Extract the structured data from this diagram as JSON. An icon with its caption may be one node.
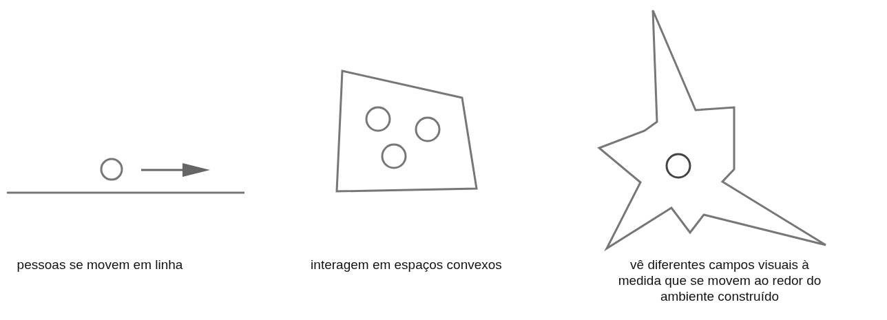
{
  "diagram": {
    "labels": [
      "pessoas se movem em linha",
      "interagem em espaços convexos",
      "vê diferentes campos visuais à medida que se movem ao redor do ambiente construído"
    ]
  }
}
